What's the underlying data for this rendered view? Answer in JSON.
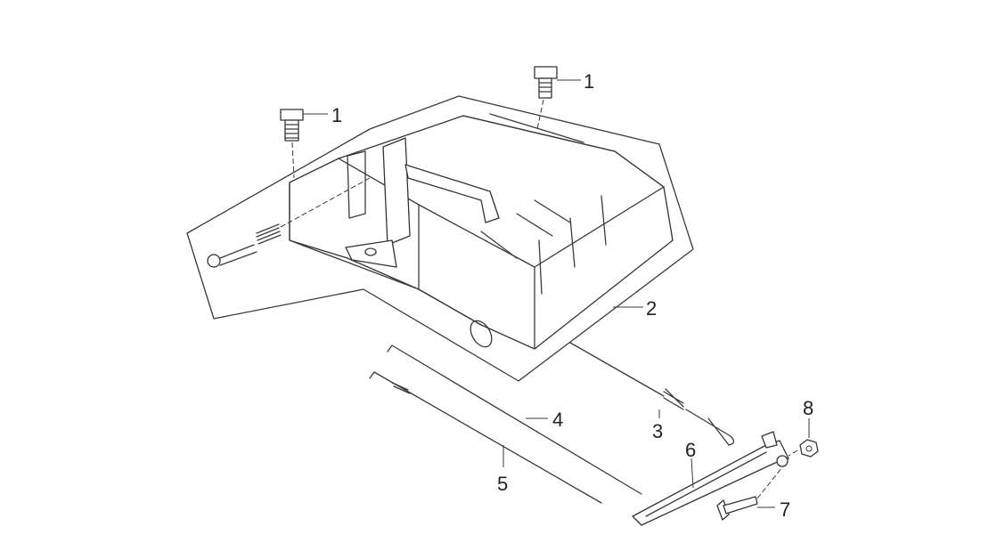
{
  "diagram": {
    "callouts": [
      {
        "id": "bolt-right",
        "label": "1"
      },
      {
        "id": "bolt-left",
        "label": "1"
      },
      {
        "id": "cover",
        "label": "2"
      },
      {
        "id": "spring",
        "label": "3"
      },
      {
        "id": "rod-upper",
        "label": "4"
      },
      {
        "id": "rod-lower",
        "label": "5"
      },
      {
        "id": "lever",
        "label": "6"
      },
      {
        "id": "bolt-lever",
        "label": "7"
      },
      {
        "id": "nut",
        "label": "8"
      }
    ]
  }
}
